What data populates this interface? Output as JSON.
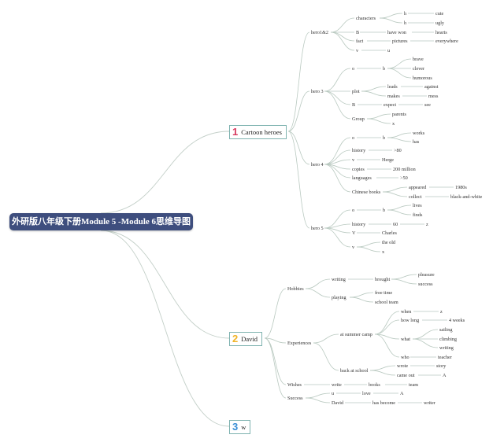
{
  "root": {
    "title": "外研版八年级下册Module 5 -Module 6思维导图"
  },
  "branches": [
    {
      "number": "1",
      "label": "Cartoon heroes",
      "color": "#d63a5f"
    },
    {
      "number": "2",
      "label": "David",
      "color": "#f0b429"
    },
    {
      "number": "3",
      "label": "w",
      "color": "#3a8fd6"
    }
  ],
  "nodes": {
    "n1": "hero1&2",
    "n2": "characters",
    "n3": "h",
    "n4": "cute",
    "n5": "h",
    "n6": "ugly",
    "n7": "B",
    "n8": "have won",
    "n9": "hearts",
    "n10": "fact",
    "n11": "pictures",
    "n12": "everywhere",
    "n13": "v",
    "n14": "u",
    "n15": "hero 3",
    "n16": "o",
    "n17": "b",
    "n18": "brave",
    "n19": "clever",
    "n20": "humorous",
    "n21": "plot",
    "n22": "leads",
    "n23": "against",
    "n24": "makes",
    "n25": "mess",
    "n26": "B",
    "n27": "expect",
    "n28": "see",
    "n29": "Group",
    "n30": "parents",
    "n31": "x",
    "n32": "hero 4",
    "n33": "o",
    "n34": "b",
    "n35": "works",
    "n36": "has",
    "n37": "history",
    "n38": ">80",
    "n39": "v",
    "n40": "Herge",
    "n41": "copies",
    "n42": "200 million",
    "n43": "languages",
    "n44": ">50",
    "n45": "Chinese books",
    "n46": "appeared",
    "n47": "1980s",
    "n48": "collect",
    "n49": "black-and-white",
    "n50": "hero 5",
    "n51": "o",
    "n52": "b",
    "n53": "lives",
    "n54": "finds",
    "n55": "history",
    "n56": "60",
    "n57": "z",
    "n58": "V",
    "n59": "Charles",
    "n60": "v",
    "n61": "the old",
    "n62": "x",
    "n63": "Hobbies",
    "n64": "writing",
    "n65": "brought",
    "n66": "pleasure",
    "n67": "success",
    "n68": "playing",
    "n69": "free time",
    "n70": "school team",
    "n71": "Experiences",
    "n72": "at summer camp",
    "n73": "when",
    "n74": "z",
    "n75": "how long",
    "n76": "4 weeks",
    "n77": "what",
    "n78": "sailing",
    "n79": "climbing",
    "n80": "writing",
    "n81": "who",
    "n82": "teacher",
    "n83": "back at school",
    "n84": "wrote",
    "n85": "story",
    "n86": "came out",
    "n87": "A",
    "n88": "Wishes",
    "n89": "write",
    "n90": "books",
    "n91": "team",
    "n92": "Success",
    "n93": "u",
    "n94": "love",
    "n95": "A",
    "n96": "David",
    "n97": "has become",
    "n98": "writer"
  }
}
